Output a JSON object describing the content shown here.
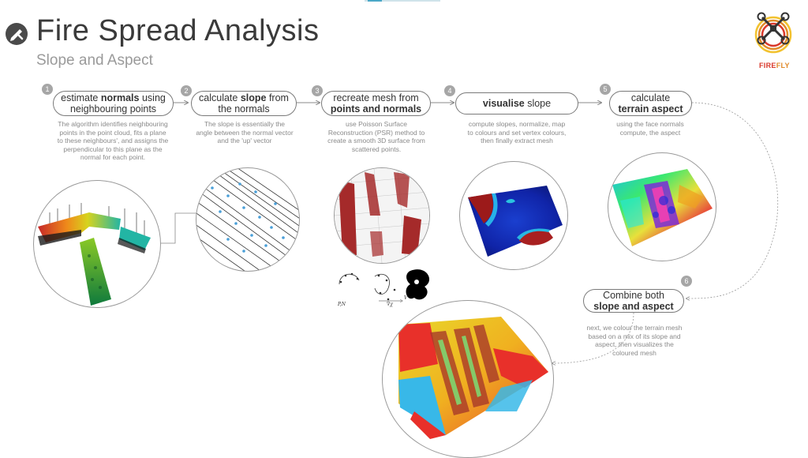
{
  "header": {
    "title": "Fire Spread Analysis",
    "subtitle": "Slope and Aspect",
    "icon": "pencil-ruler-icon"
  },
  "logo": {
    "text_fire": "FIRE",
    "text_fly": "FLY",
    "icon": "drone-icon",
    "colors": [
      "#d9382b",
      "#e08a2a",
      "#f2c230"
    ]
  },
  "steps": [
    {
      "number": "1",
      "label_pre": "estimate ",
      "label_bold": "normals",
      "label_post": " using neighbouring points",
      "description": "The algorithm identifies neighbouring points in the point cloud, fits a plane to these neighbours', and assigns the perpendicular to this plane as the normal for each point."
    },
    {
      "number": "2",
      "label_pre": "calculate ",
      "label_bold": "slope",
      "label_post": " from the normals",
      "description": "The slope is essentially the angle between the normal vector and the 'up' vector"
    },
    {
      "number": "3",
      "label_pre": "recreate mesh from ",
      "label_bold": "points and normals",
      "label_post": "",
      "description": "use Poisson Surface Reconstruction (PSR) method to create a smooth 3D surface from scattered points."
    },
    {
      "number": "4",
      "label_pre": "",
      "label_bold": "visualise",
      "label_post": " slope",
      "description": "compute slopes, normalize, map to colours and set vertex colours, then finally extract mesh"
    },
    {
      "number": "5",
      "label_pre": "calculate ",
      "label_bold": "terrain aspect",
      "label_post": "",
      "description": "using the face normals compute, the aspect"
    },
    {
      "number": "6",
      "label_pre": "Combine both ",
      "label_bold": "slope and aspect",
      "label_post": "",
      "description": "next, we colour the terrain mesh based on a mix of its slope and aspect, then visualizes the coloured mesh"
    }
  ],
  "psr_labels": {
    "vector_label": "V",
    "gradient_label": "∇χ",
    "points_label": "P,N"
  }
}
